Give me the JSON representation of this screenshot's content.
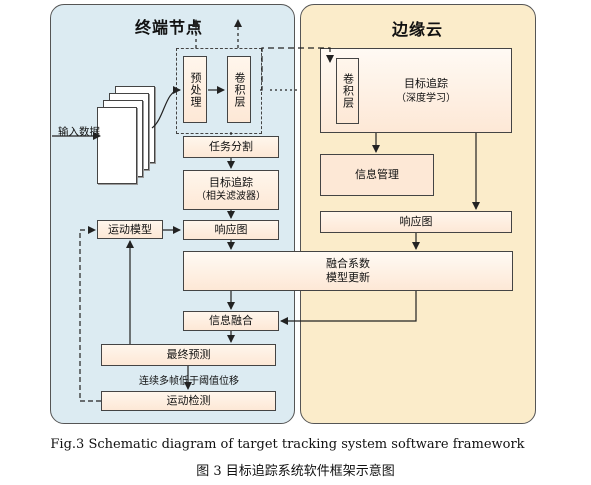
{
  "zones": {
    "edge_title": "终端节点",
    "cloud_title": "边缘云"
  },
  "edge": {
    "input_label": "输入数据",
    "preprocess": "预处理",
    "conv": "卷积层",
    "task_split": "任务分割",
    "tracking_line1": "目标追踪",
    "tracking_line2": "（相关滤波器）",
    "motion_model": "运动模型",
    "response_map": "响应图",
    "info_fusion": "信息融合",
    "final_predict": "最终预测",
    "threshold_note": "连续多帧低于阈值位移",
    "motion_detect": "运动检测"
  },
  "cloud": {
    "conv": "卷积层",
    "tracking_line1": "目标追踪",
    "tracking_line2": "（深度学习）",
    "info_manage": "信息管理",
    "response_map": "响应图"
  },
  "shared": {
    "fusion_coef": "融合系数",
    "model_update": "模型更新"
  },
  "caption": {
    "en": "Fig.3    Schematic diagram of target tracking system software framework",
    "zh": "图 3    目标追踪系统软件框架示意图"
  }
}
